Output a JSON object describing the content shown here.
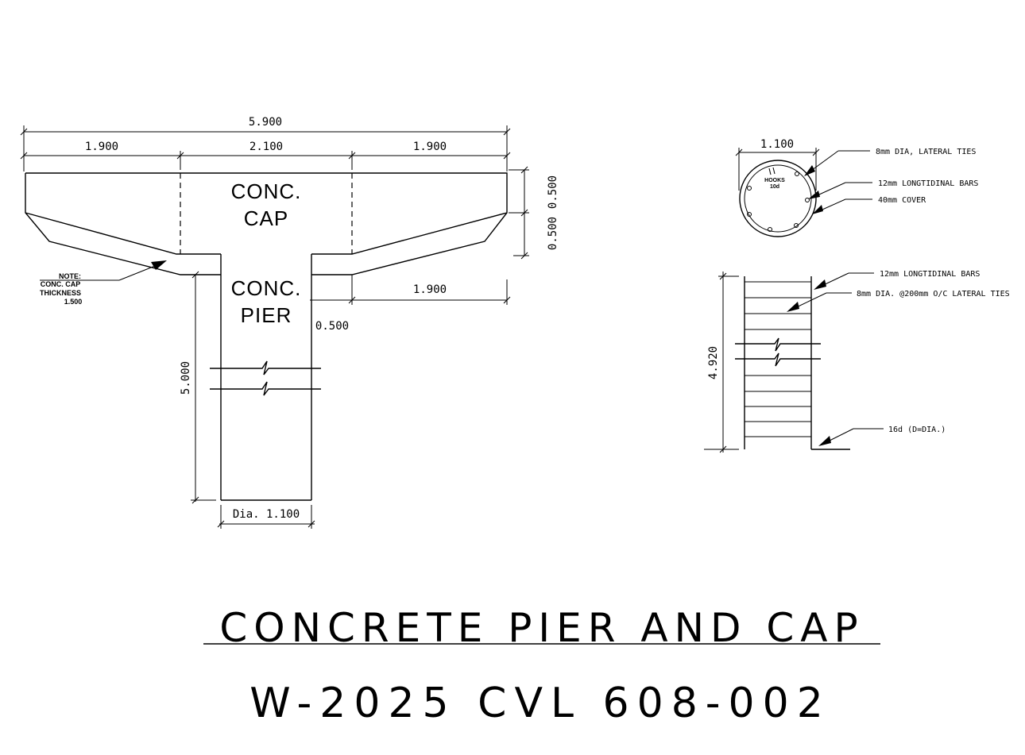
{
  "elevation": {
    "overall_width": "5.900",
    "left_width": "1.900",
    "center_width": "2.100",
    "right_width": "1.900",
    "cap_label_line1": "CONC.",
    "cap_label_line2": "CAP",
    "pier_label_line1": "CONC.",
    "pier_label_line2": "PIER",
    "cap_top_depth": "0.500",
    "cap_bottom_depth": "0.500",
    "pier_offset": "0.500",
    "lower_right_width": "1.900",
    "pier_height": "5.000",
    "pier_diameter": "Dia. 1.100",
    "note_title": "NOTE:",
    "note_line1": "CONC. CAP",
    "note_line2": "THICKNESS",
    "note_value": "1.500"
  },
  "section": {
    "diameter": "1.100",
    "hooks_label": "HOOKS",
    "hooks_value": "10d",
    "callout_ties": "8mm DIA, LATERAL TIES",
    "callout_bars": "12mm LONGTIDINAL BARS",
    "callout_cover": "40mm COVER"
  },
  "reinforcement": {
    "callout_bars": "12mm LONGTIDINAL BARS",
    "callout_ties": "8mm DIA. @200mm O/C LATERAL TIES",
    "height": "4.920",
    "callout_hook": "16d (D=DIA.)"
  },
  "title": {
    "main": "CONCRETE PIER AND CAP",
    "number": "W-2025 CVL 608-002"
  }
}
